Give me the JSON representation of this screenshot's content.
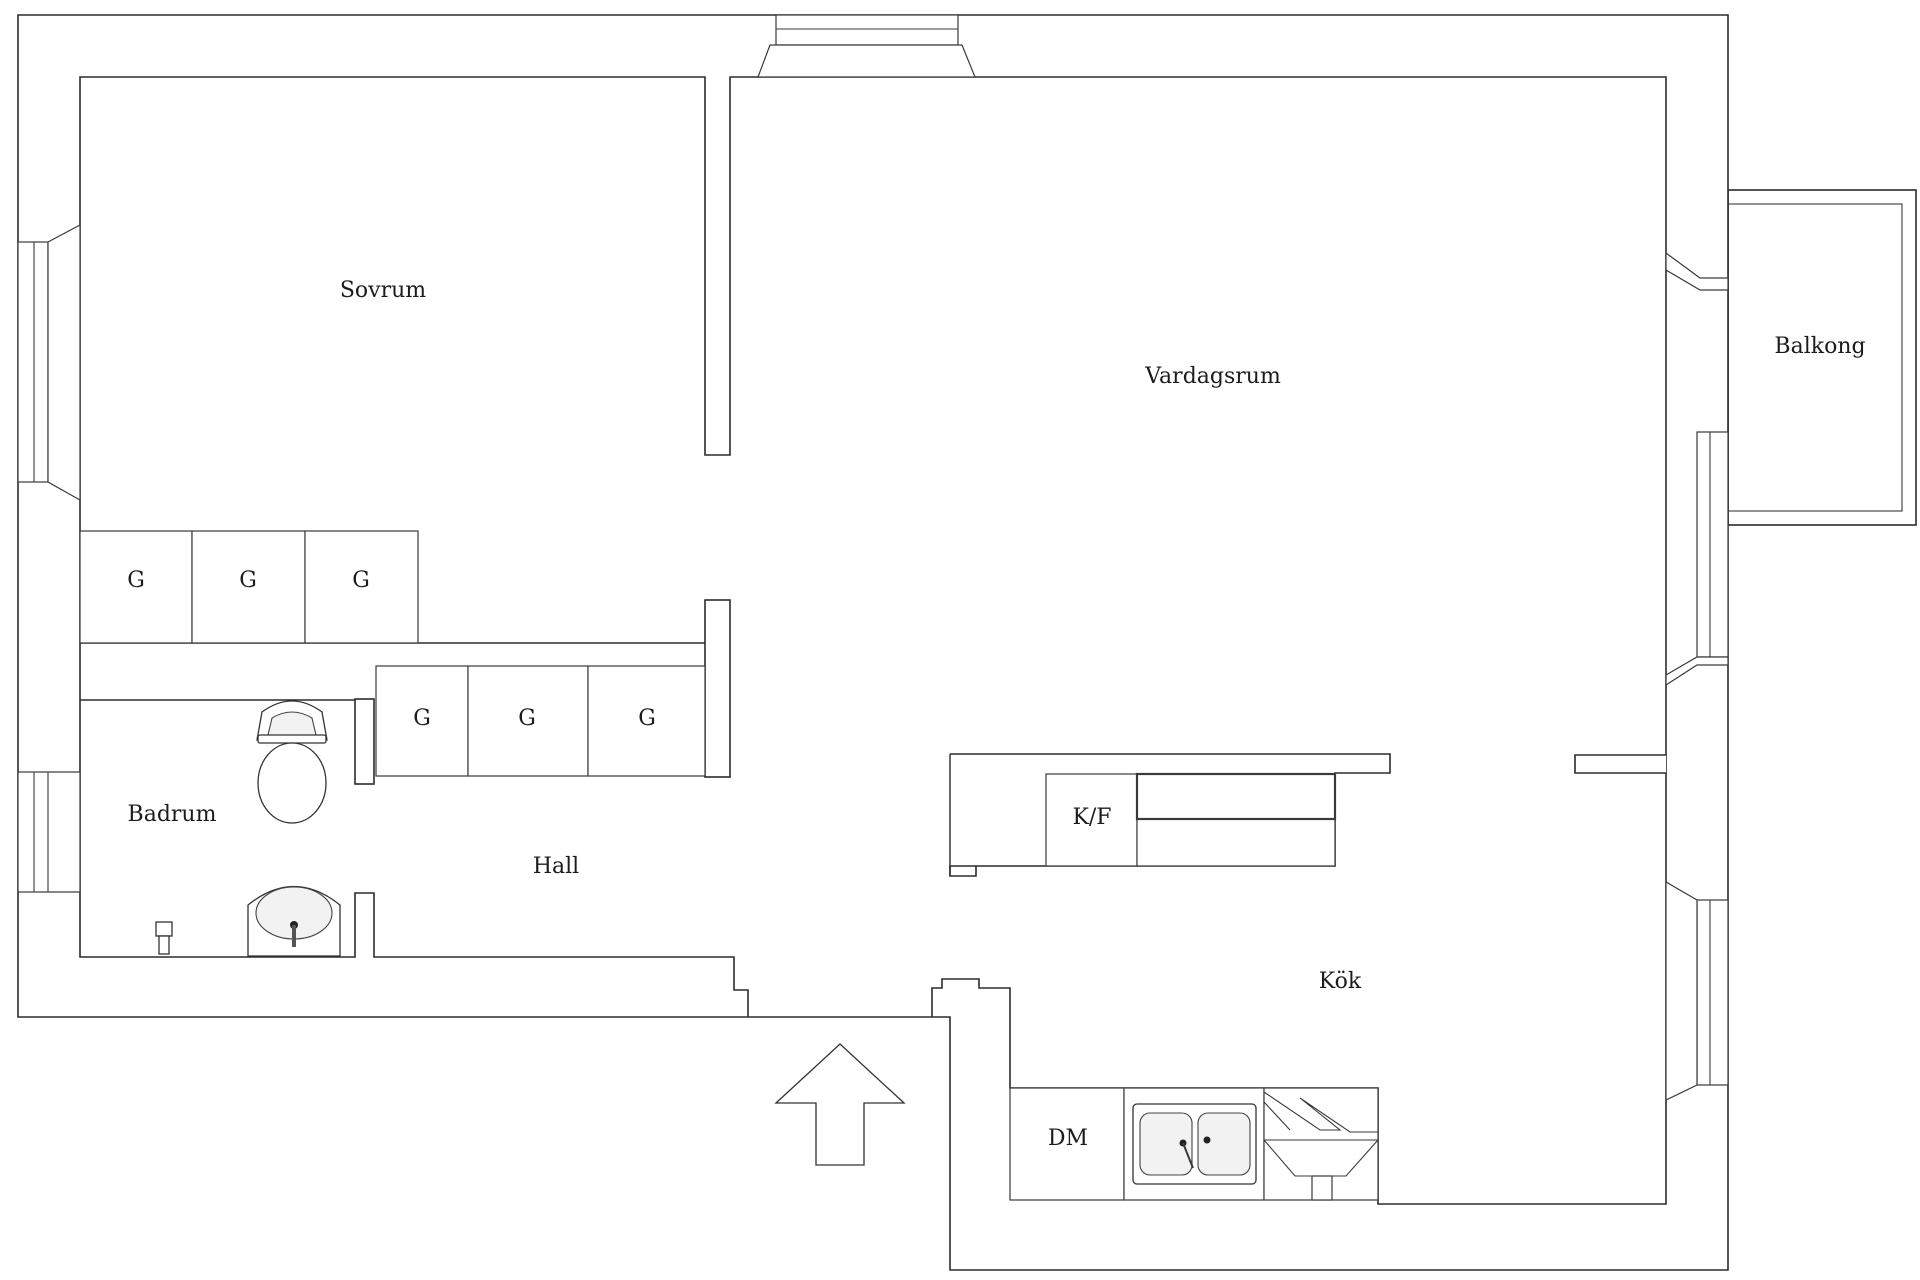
{
  "rooms": {
    "sovrum": "Sovrum",
    "vardagsrum": "Vardagsrum",
    "balkong": "Balkong",
    "badrum": "Badrum",
    "hall": "Hall",
    "kok": "Kök"
  },
  "fixtures": {
    "wardrobe": "G",
    "fridge_freezer": "K/F",
    "dishwasher": "DM"
  },
  "icons": {
    "entrance": "entrance-arrow-icon",
    "toilet": "toilet-icon",
    "sink": "washbasin-icon",
    "kitchen_sink": "kitchen-sink-icon",
    "stove": "stove-icon"
  }
}
